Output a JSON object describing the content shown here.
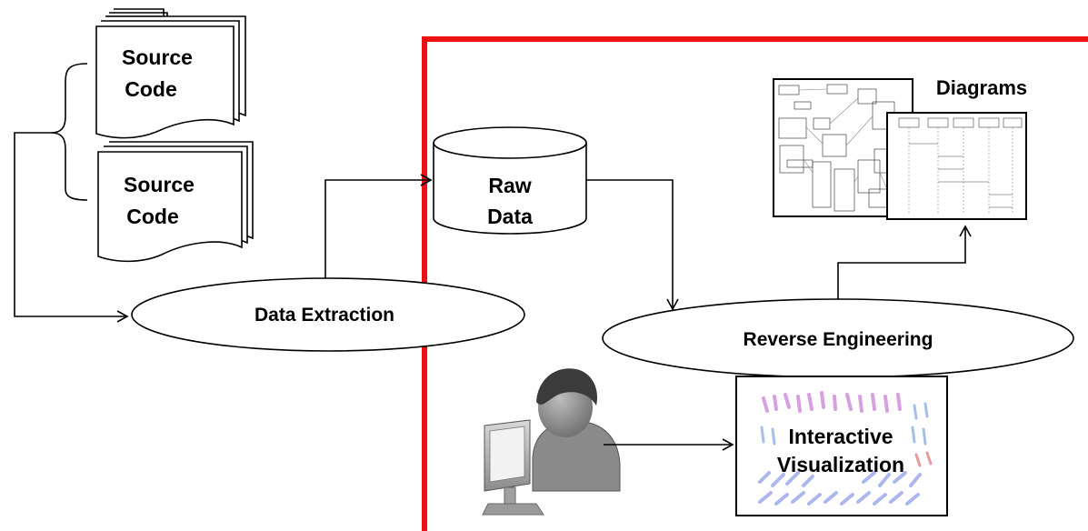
{
  "source_docs": [
    {
      "line1": "Source",
      "line2": "Code"
    },
    {
      "line1": "Source",
      "line2": "Code"
    }
  ],
  "processes": {
    "extraction": "Data Extraction",
    "reverse": "Reverse Engineering"
  },
  "store": {
    "line1": "Raw",
    "line2": "Data"
  },
  "diagrams_label": "Diagrams",
  "visualization": {
    "line1": "Interactive",
    "line2": "Visualization"
  },
  "colors": {
    "boundary": "#ee1111",
    "stroke": "#000000"
  }
}
